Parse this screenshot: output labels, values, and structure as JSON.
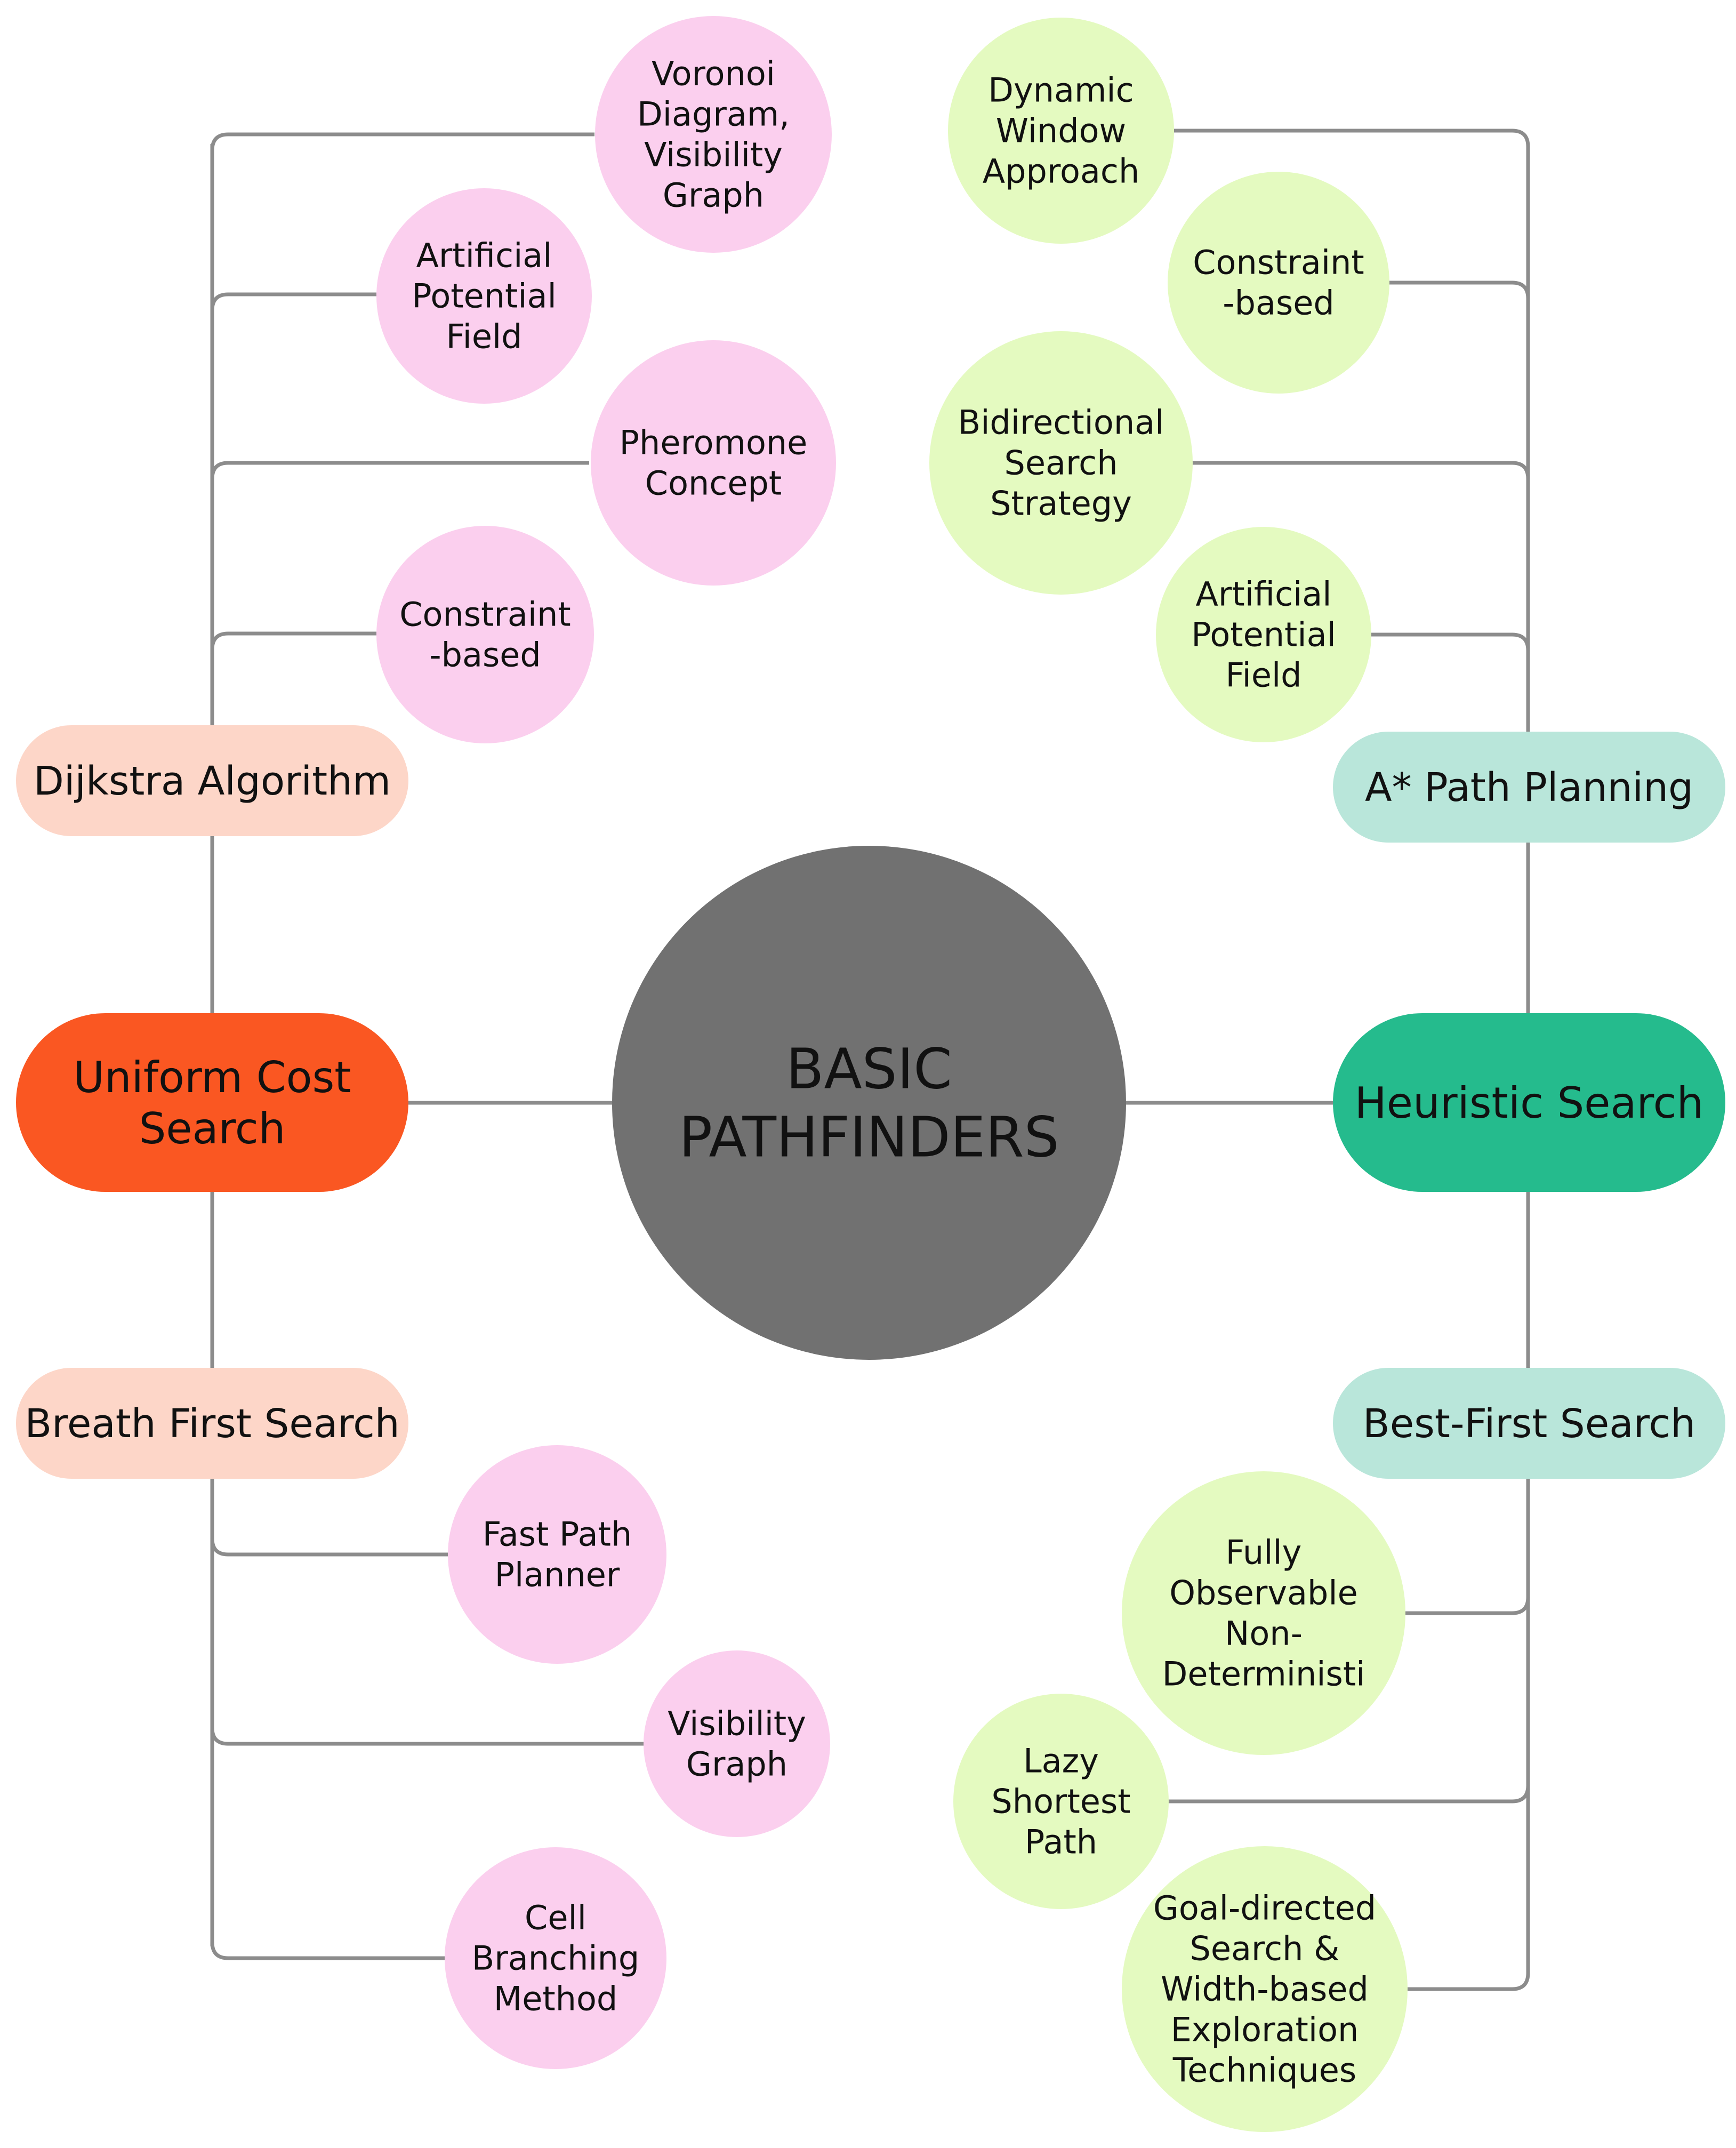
{
  "colors": {
    "connector": "#8c8c8c",
    "center": "#717171",
    "uniform_cost": "#fa5722",
    "heuristic": "#25bb8d",
    "left_branch": "#fdd6c8",
    "right_branch": "#b9e6da",
    "left_leaf": "#fbcfee",
    "right_leaf": "#e4fac0",
    "light_text": "#ffffff",
    "dark_text": "#111111"
  },
  "center": {
    "lines": [
      "BASIC",
      "PATHFINDERS"
    ]
  },
  "main": {
    "left": {
      "lines": [
        "Uniform Cost",
        "Search"
      ]
    },
    "right": {
      "lines": [
        "Heuristic Search"
      ]
    }
  },
  "branches": {
    "dijkstra": {
      "lines": [
        "Dijkstra Algorithm"
      ]
    },
    "breath_first": {
      "lines": [
        "Breath First Search"
      ]
    },
    "a_star": {
      "lines": [
        "A* Path Planning"
      ]
    },
    "best_first": {
      "lines": [
        "Best-First Search"
      ]
    }
  },
  "leaves": {
    "voronoi": {
      "lines": [
        "Voronoi",
        "Diagram,",
        "Visibility",
        "Graph"
      ]
    },
    "apf_left": {
      "lines": [
        "Artificial",
        "Potential",
        "Field"
      ]
    },
    "pheromone": {
      "lines": [
        "Pheromone",
        "Concept"
      ]
    },
    "constraint_left": {
      "lines": [
        "Constraint",
        "-based"
      ]
    },
    "fast_path": {
      "lines": [
        "Fast Path",
        "Planner"
      ]
    },
    "visibility": {
      "lines": [
        "Visibility",
        "Graph"
      ]
    },
    "cell_branching": {
      "lines": [
        "Cell",
        "Branching",
        "Method"
      ]
    },
    "dwa": {
      "lines": [
        "Dynamic",
        "Window",
        "Approach"
      ]
    },
    "constraint_right": {
      "lines": [
        "Constraint",
        "-based"
      ]
    },
    "bidirectional": {
      "lines": [
        "Bidirectional",
        "Search",
        "Strategy"
      ]
    },
    "apf_right": {
      "lines": [
        "Artificial",
        "Potential",
        "Field"
      ]
    },
    "fully_observable": {
      "lines": [
        "Fully",
        "Observable",
        "Non-",
        "Deterministi"
      ]
    },
    "lazy_shortest": {
      "lines": [
        "Lazy",
        "Shortest",
        "Path"
      ]
    },
    "goal_directed": {
      "lines": [
        "Goal-directed",
        "Search &",
        "Width-based",
        "Exploration",
        "Techniques"
      ]
    }
  }
}
